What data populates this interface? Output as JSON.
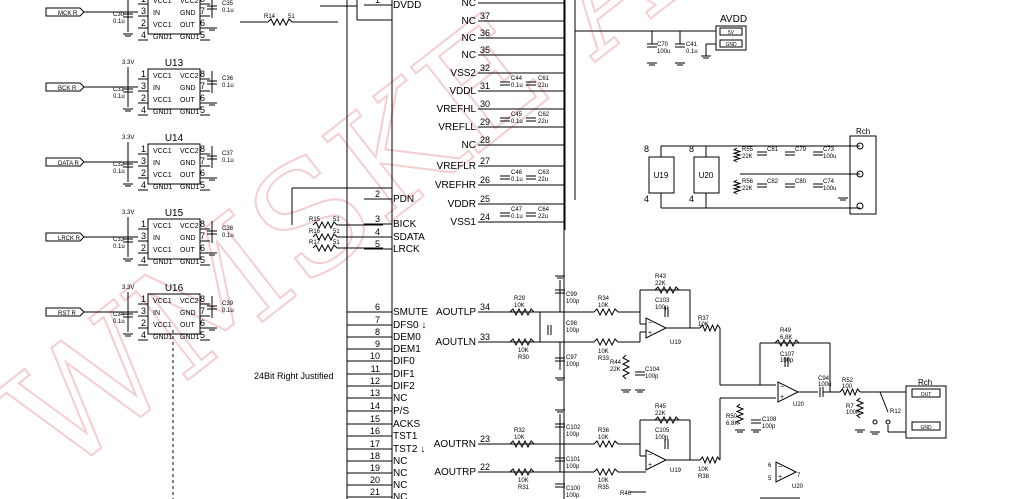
{
  "watermark": "WMSKE AUDIO",
  "buffers": [
    {
      "ref": "",
      "cap_in": "C30",
      "cap_in_val": "0.1u",
      "cap_out": "C35",
      "cap_out_val": "0.1u",
      "signal": "MCK R",
      "pwr": ""
    },
    {
      "ref": "U13",
      "cap_in": "C31",
      "cap_in_val": "0.1u",
      "cap_out": "C36",
      "cap_out_val": "0.1u",
      "signal": "BCK R",
      "pwr": "3.3V"
    },
    {
      "ref": "U14",
      "cap_in": "C32",
      "cap_in_val": "0.1u",
      "cap_out": "C37",
      "cap_out_val": "0.1u",
      "signal": "DATA R",
      "pwr": "3.3V"
    },
    {
      "ref": "U15",
      "cap_in": "C33",
      "cap_in_val": "0.1u",
      "cap_out": "C38",
      "cap_out_val": "0.1u",
      "signal": "LRCK R",
      "pwr": "3.3V"
    },
    {
      "ref": "U16",
      "cap_in": "C34",
      "cap_in_val": "0.1u",
      "cap_out": "C39",
      "cap_out_val": "0.1u",
      "signal": "RST R",
      "pwr": "3.3V"
    }
  ],
  "buffer_pins": {
    "left": [
      "VCC1",
      "IN",
      "VCC1",
      "GND1"
    ],
    "right": [
      "VCC2",
      "GND",
      "OUT",
      "GND1"
    ],
    "left_nums": [
      "1",
      "3",
      "2",
      "4"
    ],
    "right_nums": [
      "8",
      "7",
      "6",
      "5"
    ]
  },
  "series_resistors": [
    {
      "ref": "R14",
      "val": "51"
    },
    {
      "ref": "R15",
      "val": "51"
    },
    {
      "ref": "R16",
      "val": "51"
    },
    {
      "ref": "R17",
      "val": "51"
    }
  ],
  "dac_left": [
    {
      "num": "1",
      "name": "DVDD"
    },
    {
      "num": "2",
      "name": "PDN"
    },
    {
      "num": "3",
      "name": "BICK"
    },
    {
      "num": "4",
      "name": "SDATA"
    },
    {
      "num": "5",
      "name": "LRCK"
    },
    {
      "num": "6",
      "name": "SMUTE"
    },
    {
      "num": "7",
      "name": "DFS0 ↓"
    },
    {
      "num": "8",
      "name": "DEM0"
    },
    {
      "num": "9",
      "name": "DEM1"
    },
    {
      "num": "10",
      "name": "DIF0"
    },
    {
      "num": "11",
      "name": "DIF1"
    },
    {
      "num": "12",
      "name": "DIF2"
    },
    {
      "num": "13",
      "name": "NC"
    },
    {
      "num": "14",
      "name": "P/S"
    },
    {
      "num": "15",
      "name": "ACKS"
    },
    {
      "num": "16",
      "name": "TST1"
    },
    {
      "num": "17",
      "name": "TST2 ↓"
    },
    {
      "num": "18",
      "name": "NC"
    },
    {
      "num": "19",
      "name": "NC"
    },
    {
      "num": "20",
      "name": "NC"
    },
    {
      "num": "21",
      "name": "NC"
    }
  ],
  "dac_right": [
    {
      "num": "",
      "name": "NC"
    },
    {
      "num": "37",
      "name": "NC"
    },
    {
      "num": "36",
      "name": "NC"
    },
    {
      "num": "35",
      "name": "NC"
    },
    {
      "num": "32",
      "name": "VSS2"
    },
    {
      "num": "31",
      "name": "VDDL"
    },
    {
      "num": "30",
      "name": "VREFHL"
    },
    {
      "num": "29",
      "name": "VREFLL"
    },
    {
      "num": "28",
      "name": "NC"
    },
    {
      "num": "27",
      "name": "VREFLR"
    },
    {
      "num": "26",
      "name": "VREFHR"
    },
    {
      "num": "25",
      "name": "VDDR"
    },
    {
      "num": "24",
      "name": "VSS1"
    },
    {
      "num": "34",
      "name": "AOUTLP"
    },
    {
      "num": "33",
      "name": "AOUTLN"
    },
    {
      "num": "23",
      "name": "AOUTRN"
    },
    {
      "num": "22",
      "name": "AOUTRP"
    }
  ],
  "format_note": "24Bit Right Justified",
  "decoupling": [
    {
      "ref": "C44",
      "val": "0.1u",
      "ref2": "C61",
      "val2": "22u"
    },
    {
      "ref": "C45",
      "val": "0.1u",
      "ref2": "C62",
      "val2": "22u"
    },
    {
      "ref": "C46",
      "val": "0.1u",
      "ref2": "C63",
      "val2": "22u"
    },
    {
      "ref": "C47",
      "val": "0.1u",
      "ref2": "C64",
      "val2": "22u"
    }
  ],
  "avdd": {
    "label": "AVDD",
    "pin1": "5V",
    "pin2": "GND",
    "c1": "C70",
    "c1v": "100u",
    "c2": "C41",
    "c2v": "0.1u"
  },
  "regs": [
    {
      "ref": "U19",
      "top": "8",
      "bot": "4"
    },
    {
      "ref": "U20",
      "top": "8",
      "bot": "4"
    }
  ],
  "rch_top": {
    "label": "Rch",
    "parts": [
      {
        "ref": "R55",
        "val": "22K"
      },
      {
        "ref": "C81",
        "val": ""
      },
      {
        "ref": "C79",
        "val": ""
      },
      {
        "ref": "C73",
        "val": "100u"
      },
      {
        "ref": "R56",
        "val": "22K"
      },
      {
        "ref": "C82",
        "val": ""
      },
      {
        "ref": "C80",
        "val": ""
      },
      {
        "ref": "C74",
        "val": "100u"
      }
    ]
  },
  "left_chan": [
    {
      "ref": "R29",
      "val": "10K"
    },
    {
      "ref": "C99",
      "val": "100p"
    },
    {
      "ref": "R34",
      "val": "10K"
    },
    {
      "ref": "C98",
      "val": "100p"
    },
    {
      "ref": "R43",
      "val": "22K"
    },
    {
      "ref": "C103",
      "val": "100p"
    },
    {
      "ref": "R37",
      "val": "10K"
    },
    {
      "ref": "R30",
      "val": "10K"
    },
    {
      "ref": "C97",
      "val": "100p"
    },
    {
      "ref": "R33",
      "val": "10K"
    },
    {
      "ref": "R44",
      "val": "22K"
    },
    {
      "ref": "C104",
      "val": "100p"
    },
    {
      "ref": "U19",
      "val": ""
    }
  ],
  "right_chan": [
    {
      "ref": "R32",
      "val": "10K"
    },
    {
      "ref": "C102",
      "val": "100p"
    },
    {
      "ref": "R36",
      "val": "10K"
    },
    {
      "ref": "R45",
      "val": "22K"
    },
    {
      "ref": "C105",
      "val": "100p"
    },
    {
      "ref": "C101",
      "val": "100p"
    },
    {
      "ref": "R31",
      "val": "10K"
    },
    {
      "ref": "C100",
      "val": "100p"
    },
    {
      "ref": "R35",
      "val": "10K"
    },
    {
      "ref": "R38",
      "val": "10K"
    },
    {
      "ref": "R46",
      "val": ""
    },
    {
      "ref": "U19",
      "val": ""
    }
  ],
  "output_stage": {
    "r49": "R49",
    "r49v": "6.8K",
    "c107": "C107",
    "c107v": "100p",
    "c94": "C94",
    "c94v": "100u",
    "r52": "R52",
    "r52v": "100",
    "r7": "R7",
    "r7v": "100K",
    "r12": "R12",
    "r50": "R50",
    "r50v": "6.8K",
    "c108": "C108",
    "c108v": "100p",
    "u20": "U20",
    "rch": "Rch",
    "out": "OUT",
    "gnd": "GND"
  }
}
